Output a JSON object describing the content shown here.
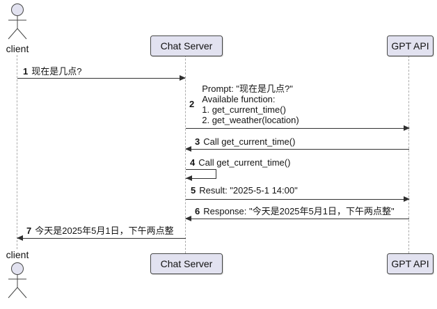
{
  "diagram": {
    "type": "uml-sequence",
    "actor": {
      "label": "client"
    },
    "participants": [
      {
        "label": "Chat Server"
      },
      {
        "label": "GPT API"
      }
    ],
    "messages": [
      {
        "num": "1",
        "from": "client",
        "to": "Chat Server",
        "text": "现在是几点?"
      },
      {
        "num": "2",
        "from": "Chat Server",
        "to": "GPT API",
        "lines": [
          "Prompt: \"现在是几点?\"",
          "Available function:",
          "1. get_current_time()",
          "2. get_weather(location)"
        ]
      },
      {
        "num": "3",
        "from": "GPT API",
        "to": "Chat Server",
        "text": "Call get_current_time()"
      },
      {
        "num": "4",
        "from": "Chat Server",
        "to": "Chat Server",
        "self": true,
        "text": "Call get_current_time()"
      },
      {
        "num": "5",
        "from": "Chat Server",
        "to": "GPT API",
        "text": "Result: \"2025-5-1 14:00\""
      },
      {
        "num": "6",
        "from": "GPT API",
        "to": "Chat Server",
        "text": "Response: \"今天是2025年5月1日，下午两点整\""
      },
      {
        "num": "7",
        "from": "Chat Server",
        "to": "client",
        "text": "今天是2025年5月1日，下午两点整"
      }
    ],
    "colors": {
      "participant_fill": "#E2E2F0",
      "participant_border": "#454645",
      "lifeline": "#ABABAB",
      "arrow": "#303030",
      "text": "#141414"
    }
  }
}
